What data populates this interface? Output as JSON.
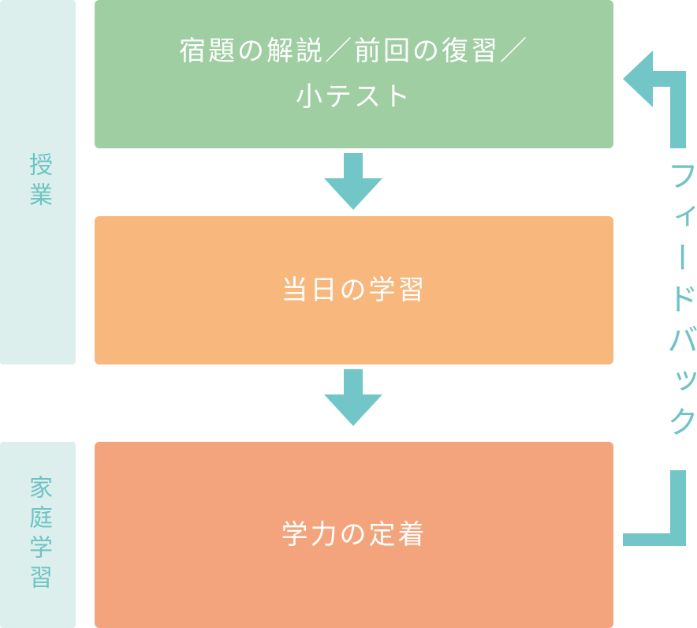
{
  "colors": {
    "side_bg": "#dcefed",
    "side_text": "#6fc3c5",
    "arrow": "#72c6c7",
    "step1": "#9fcea2",
    "step2": "#f8b77d",
    "step3": "#f4a47c",
    "step_text": "#ffffff"
  },
  "side_labels": {
    "class": "授業",
    "home": "家庭学習"
  },
  "steps": [
    {
      "line1": "宿題の解説／前回の復習／",
      "line2": "小テスト"
    },
    {
      "line1": "当日の学習",
      "line2": ""
    },
    {
      "line1": "学力の定着",
      "line2": ""
    }
  ],
  "feedback": {
    "label": "フィードバック",
    "icon": "loop-back-arrow-icon"
  }
}
